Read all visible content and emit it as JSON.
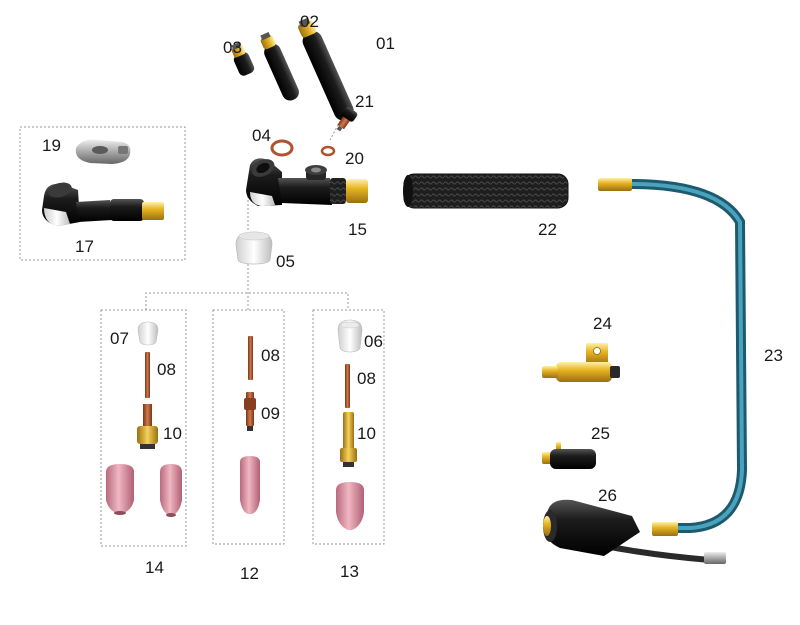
{
  "parts": [
    {
      "id": "p01",
      "label": "01"
    },
    {
      "id": "p02",
      "label": "02"
    },
    {
      "id": "p03",
      "label": "03"
    },
    {
      "id": "p04",
      "label": "04"
    },
    {
      "id": "p05",
      "label": "05"
    },
    {
      "id": "p06",
      "label": "06"
    },
    {
      "id": "p07",
      "label": "07"
    },
    {
      "id": "p08a",
      "label": "08"
    },
    {
      "id": "p08b",
      "label": "08"
    },
    {
      "id": "p08c",
      "label": "08"
    },
    {
      "id": "p09",
      "label": "09"
    },
    {
      "id": "p10a",
      "label": "10"
    },
    {
      "id": "p10b",
      "label": "10"
    },
    {
      "id": "p12",
      "label": "12"
    },
    {
      "id": "p13",
      "label": "13"
    },
    {
      "id": "p14",
      "label": "14"
    },
    {
      "id": "p15",
      "label": "15"
    },
    {
      "id": "p17",
      "label": "17"
    },
    {
      "id": "p19",
      "label": "19"
    },
    {
      "id": "p20",
      "label": "20"
    },
    {
      "id": "p21",
      "label": "21"
    },
    {
      "id": "p22",
      "label": "22"
    },
    {
      "id": "p23",
      "label": "23"
    },
    {
      "id": "p24",
      "label": "24"
    },
    {
      "id": "p25",
      "label": "25"
    },
    {
      "id": "p26",
      "label": "26"
    }
  ],
  "colors": {
    "black_body": "#1c1c1c",
    "brass": "#e0b020",
    "ceramic_pink": "#d98f9f",
    "copper": "#b0522d",
    "hose_blue": "#2e7e96",
    "dashed_line": "#9a9a9a"
  }
}
